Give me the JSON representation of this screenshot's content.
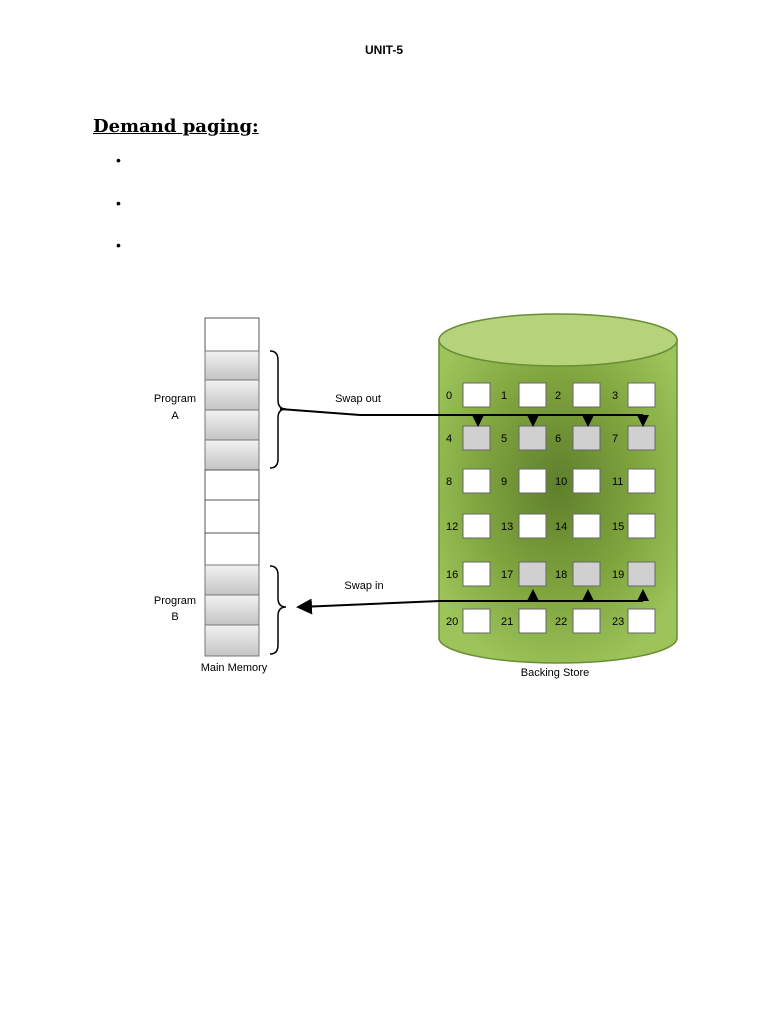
{
  "header": {
    "title": "UNIT-5"
  },
  "section": {
    "heading": "Demand paging:"
  },
  "bullets": [
    "",
    "",
    ""
  ],
  "diagram": {
    "program_a_label": [
      "Program",
      "A"
    ],
    "program_b_label": [
      "Program",
      "B"
    ],
    "main_memory_label": "Main Memory",
    "backing_store_label": "Backing Store",
    "swap_out_label": "Swap out",
    "swap_in_label": "Swap in",
    "backing_store_cells": [
      "0",
      "1",
      "2",
      "3",
      "4",
      "5",
      "6",
      "7",
      "8",
      "9",
      "10",
      "11",
      "12",
      "13",
      "14",
      "15",
      "16",
      "17",
      "18",
      "19",
      "20",
      "21",
      "22",
      "23"
    ],
    "colors": {
      "cylinder_fill": "#8db24a",
      "cylinder_top": "#b5d37a",
      "occupied_frame": "#d0d0d0",
      "free_frame": "#ffffff"
    }
  }
}
